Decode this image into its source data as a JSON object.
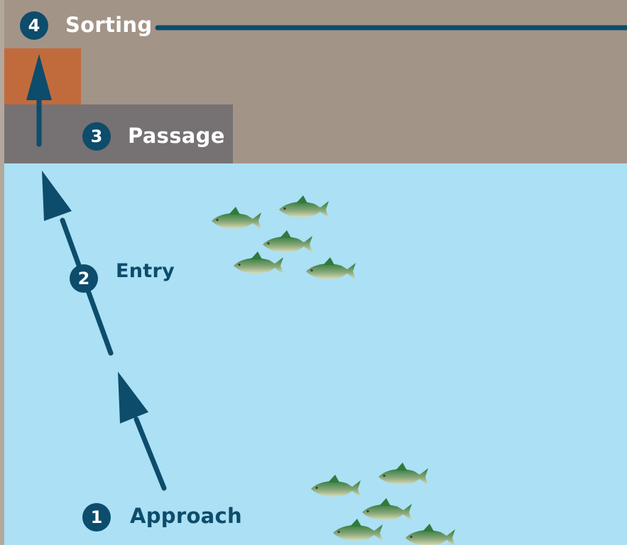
{
  "steps": [
    {
      "number": "1",
      "label": "Approach"
    },
    {
      "number": "2",
      "label": "Entry"
    },
    {
      "number": "3",
      "label": "Passage"
    },
    {
      "number": "4",
      "label": "Sorting"
    }
  ],
  "colors": {
    "water": "#abe0f5",
    "ground": "#a39488",
    "passage_block": "#767173",
    "sorting_chamber": "#c16b3d",
    "arrow": "#0d4c6b",
    "badge": "#0d4c6b",
    "fish_back": "#2f7a3c",
    "fish_belly": "#d6d9b4",
    "white_text": "#ffffff",
    "dark_text": "#0d4c6b"
  },
  "icons": {
    "fish": "fish-icon",
    "arrow": "arrow-icon"
  }
}
